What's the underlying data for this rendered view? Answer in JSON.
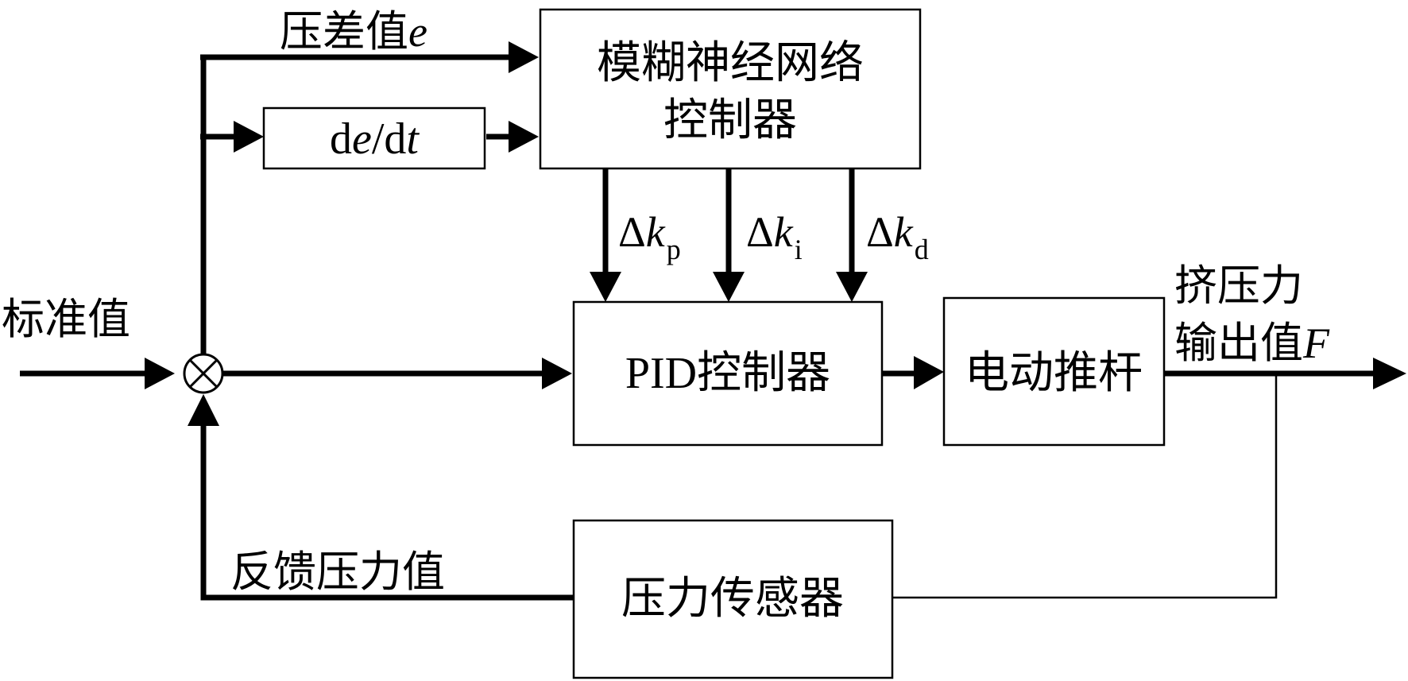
{
  "blocks": {
    "fuzzy_nn": {
      "line1": "模糊神经网络",
      "line2": "控制器"
    },
    "derivative": {
      "d1": "d",
      "e": "e",
      "slash": "/d",
      "t": "t"
    },
    "pid": {
      "pid": "PID",
      "rest": "控制器"
    },
    "actuator": "电动推杆",
    "sensor": "压力传感器"
  },
  "labels": {
    "error_prefix": "压差值",
    "error_var": "e",
    "setpoint": "标准值",
    "feedback": "反馈压力值",
    "output_line1": "挤压力",
    "output_line2_prefix": "输出值",
    "output_var": "F"
  },
  "gains": [
    {
      "delta": "Δ",
      "k": "k",
      "sub": "p"
    },
    {
      "delta": "Δ",
      "k": "k",
      "sub": "i"
    },
    {
      "delta": "Δ",
      "k": "k",
      "sub": "d"
    }
  ]
}
